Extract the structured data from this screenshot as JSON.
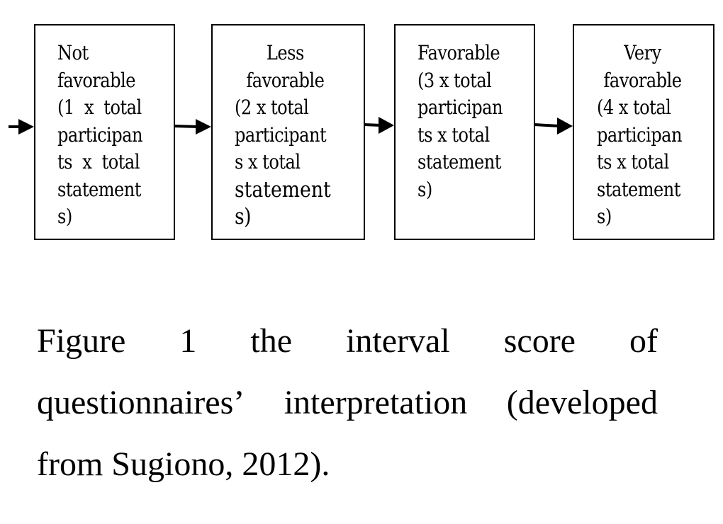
{
  "diagram": {
    "boxes": [
      {
        "lines": [
          "Not",
          "favorable",
          "(1  x  total",
          "participan",
          "ts  x  total",
          "statement",
          "s)"
        ]
      },
      {
        "lines": [
          "Less",
          "favorable",
          "(2 x total",
          "participant",
          "s x total",
          "statement",
          "s)"
        ]
      },
      {
        "lines": [
          "Favorable",
          "(3 x total",
          "participan",
          "ts x total",
          "statement",
          "s)"
        ]
      },
      {
        "lines": [
          "Very",
          "favorable",
          "(4 x total",
          "participan",
          "ts x total",
          "statement",
          "s)"
        ]
      }
    ]
  },
  "caption": {
    "line1": [
      "Figure",
      "1",
      "the",
      "interval",
      "score",
      "of"
    ],
    "line2": [
      "questionnaires’",
      "interpretation",
      "(developed"
    ],
    "line3": "from Sugiono, 2012)."
  }
}
